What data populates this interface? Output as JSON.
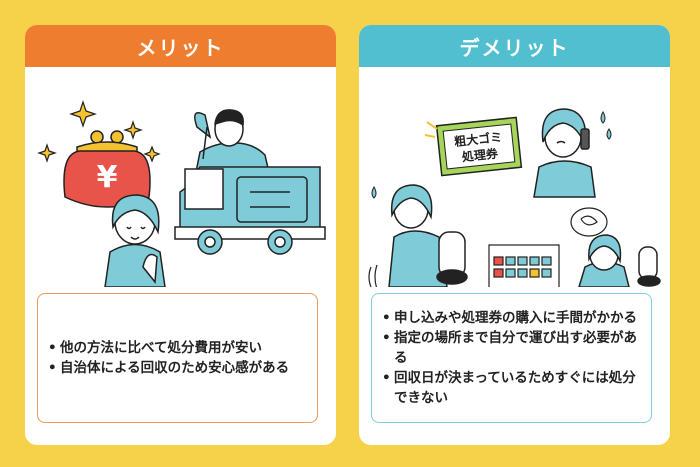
{
  "merit": {
    "title": "メリット",
    "items": [
      "他の方法に比べて処分費用が安い",
      "自治体による回収のため安心感がある"
    ],
    "purse_symbol": "¥"
  },
  "demerit": {
    "title": "デメリット",
    "items": [
      "申し込みや処理券の購入に手間がかかる",
      "指定の場所まで自分で運び出す必要がある",
      "回収日が決まっているためすぐには処分できない"
    ],
    "ticket_line1": "粗大ゴミ",
    "ticket_line2": "処理券"
  },
  "colors": {
    "background": "#f5d24a",
    "merit_accent": "#ef7d2f",
    "demerit_accent": "#52bfd0",
    "purse": "#e8544a",
    "truck": "#7fcbd8"
  }
}
